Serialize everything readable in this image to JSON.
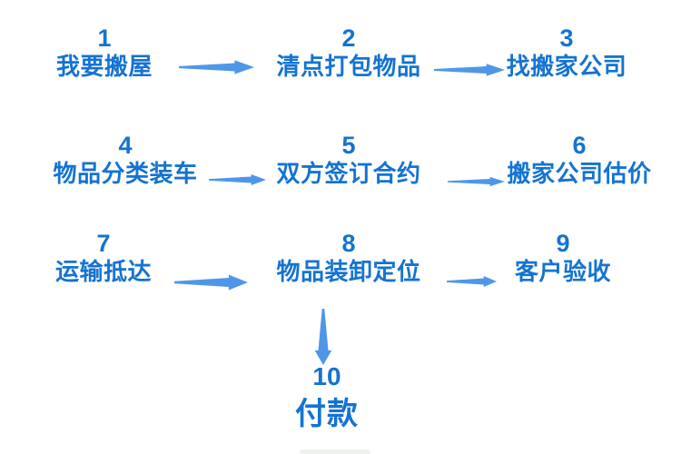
{
  "diagram": {
    "language": "zh",
    "steps": [
      {
        "number": "1",
        "label": "我要搬屋"
      },
      {
        "number": "2",
        "label": "清点打包物品"
      },
      {
        "number": "3",
        "label": "找搬家公司"
      },
      {
        "number": "4",
        "label": "物品分类装车"
      },
      {
        "number": "5",
        "label": "双方签订合约"
      },
      {
        "number": "6",
        "label": "搬家公司估价"
      },
      {
        "number": "7",
        "label": "运输抵达"
      },
      {
        "number": "8",
        "label": "物品装卸定位"
      },
      {
        "number": "9",
        "label": "客户验收"
      },
      {
        "number": "10",
        "label": "付款"
      }
    ],
    "edges": [
      {
        "from": "1",
        "to": "2",
        "direction": "right"
      },
      {
        "from": "2",
        "to": "3",
        "direction": "right"
      },
      {
        "from": "4",
        "to": "5",
        "direction": "right"
      },
      {
        "from": "5",
        "to": "6",
        "direction": "right"
      },
      {
        "from": "7",
        "to": "8",
        "direction": "right"
      },
      {
        "from": "8",
        "to": "9",
        "direction": "right"
      },
      {
        "from": "8",
        "to": "10",
        "direction": "down"
      }
    ],
    "colors": {
      "text": "#1473D2",
      "arrow": "#4E97E8",
      "background": "#FFFFFF"
    }
  }
}
